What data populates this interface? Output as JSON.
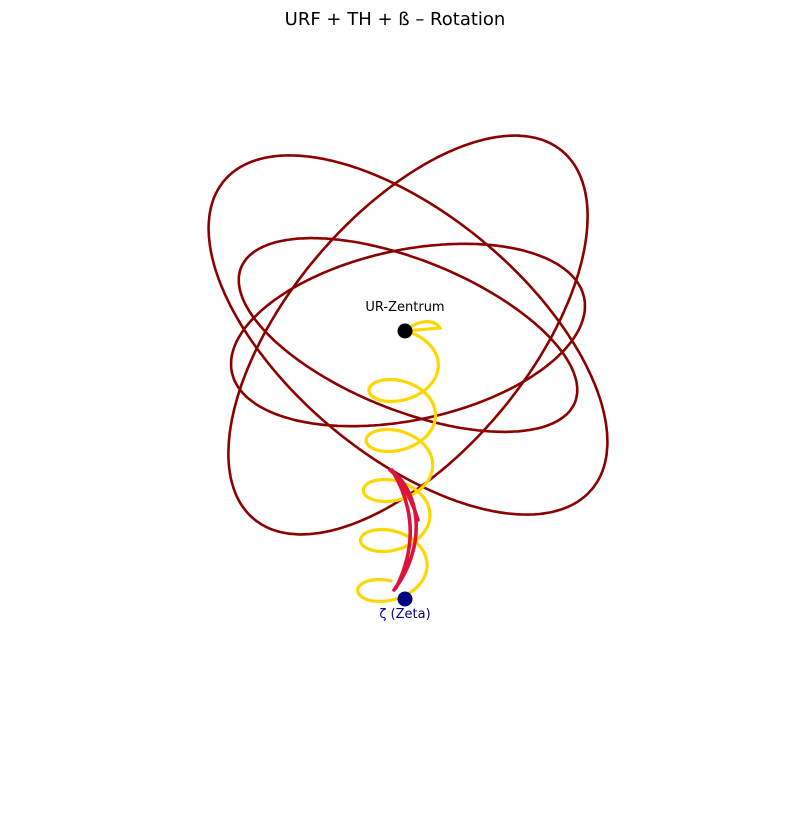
{
  "figure": {
    "title": "URF + TH + ß – Rotation"
  },
  "points": {
    "center": {
      "label": "UR-Zentrum",
      "color": "#000000"
    },
    "zeta": {
      "label": "ζ (Zeta)",
      "color": "#000080"
    }
  },
  "curves": {
    "rotation_ellipses": {
      "color": "#8b0000",
      "count": 4
    },
    "spiral": {
      "color": "#ffd700"
    },
    "connector": {
      "color": "#dc143c"
    }
  }
}
